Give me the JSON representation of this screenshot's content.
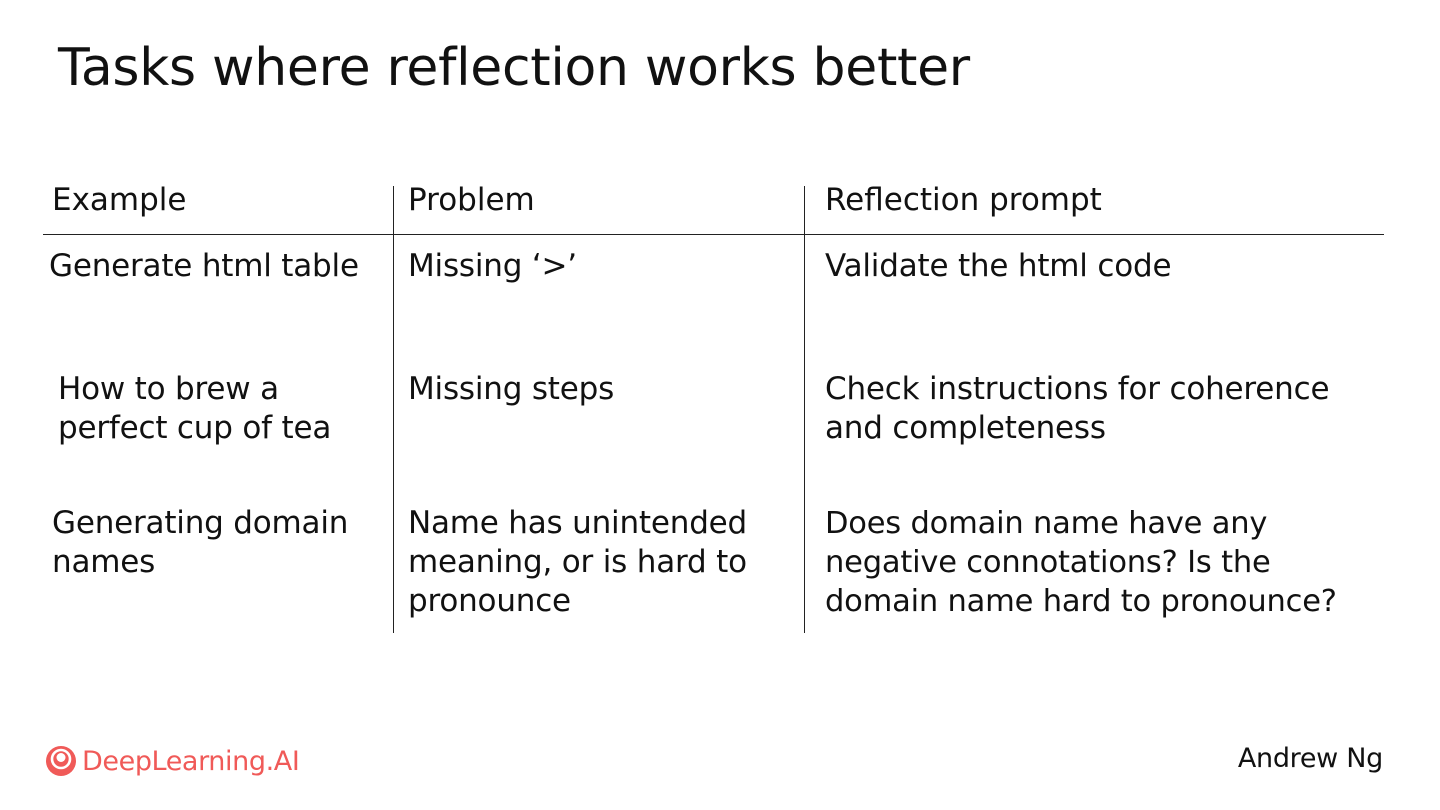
{
  "slide": {
    "title": "Tasks where reflection works better",
    "author": "Andrew Ng",
    "brand": "DeepLearning.AI",
    "brand_color": "#f05a58"
  },
  "table": {
    "headers": [
      "Example",
      "Problem",
      "Reflection prompt"
    ],
    "rows": [
      {
        "example": [
          "Generate html table"
        ],
        "problem": [
          "Missing ‘>’"
        ],
        "prompt": [
          "Validate the html code"
        ]
      },
      {
        "example": [
          "How to brew a",
          "perfect cup of tea"
        ],
        "problem": [
          "Missing steps"
        ],
        "prompt": [
          "Check instructions for coherence",
          "and completeness"
        ]
      },
      {
        "example": [
          "Generating domain",
          "names"
        ],
        "problem": [
          "Name has unintended",
          "meaning, or is hard to",
          "pronounce"
        ],
        "prompt": [
          "Does domain name have any",
          "negative connotations? Is the",
          "domain name hard to pronounce?"
        ]
      }
    ]
  }
}
